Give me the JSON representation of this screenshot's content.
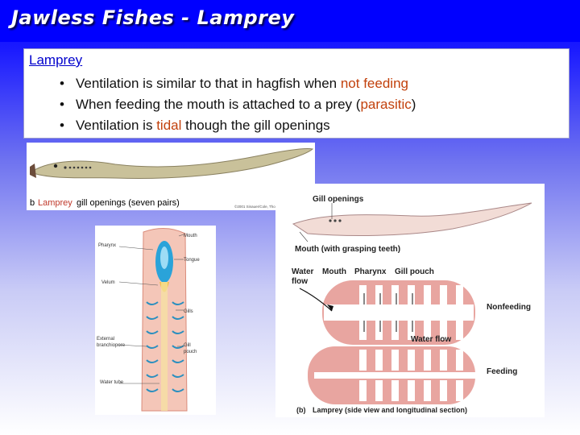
{
  "slide": {
    "title": "Jawless Fishes - Lamprey",
    "heading": "Lamprey",
    "bullets": [
      {
        "pre": "Ventilation is similar to that in hagfish when ",
        "hl": "not feeding",
        "post": ""
      },
      {
        "pre": "When feeding the mouth is attached to a prey (",
        "hl": "parasitic",
        "post": ")"
      },
      {
        "pre": "Ventilation is ",
        "hl": "tidal",
        "post": " though the gill openings"
      }
    ]
  },
  "figure_a": {
    "caption_letter": "b",
    "caption_name": "Lamprey",
    "caption_rest": "gill openings (seven pairs)",
    "copyright": "©2001 Sinauer/Cole, Thomson"
  },
  "figure_b": {
    "labels": {
      "mouth": "Mouth",
      "pharynx": "Pharynx",
      "tongue": "Tongue",
      "velum": "Velum",
      "gills": "Gills",
      "external": "External",
      "branchiopore": "branchiopore",
      "gill": "Gill",
      "pouch": "pouch",
      "water_tube": "Water tube"
    }
  },
  "figure_c": {
    "gill_openings": "Gill openings",
    "mouth_teeth": "Mouth (with grasping teeth)",
    "water": "Water",
    "flow": "flow",
    "mouth": "Mouth",
    "pharynx": "Pharynx",
    "gill_pouch": "Gill pouch",
    "nonfeeding": "Nonfeeding",
    "water_flow": "Water flow",
    "feeding": "Feeding",
    "caption_letter": "(b)",
    "caption": "Lamprey (side view and longitudinal section)"
  },
  "colors": {
    "title_bar": "#0000ff",
    "heading": "#0000cc",
    "highlight": "#c2410c",
    "lamprey_body": "#c9c19a",
    "tissue_pink": "#e8a5a0"
  }
}
